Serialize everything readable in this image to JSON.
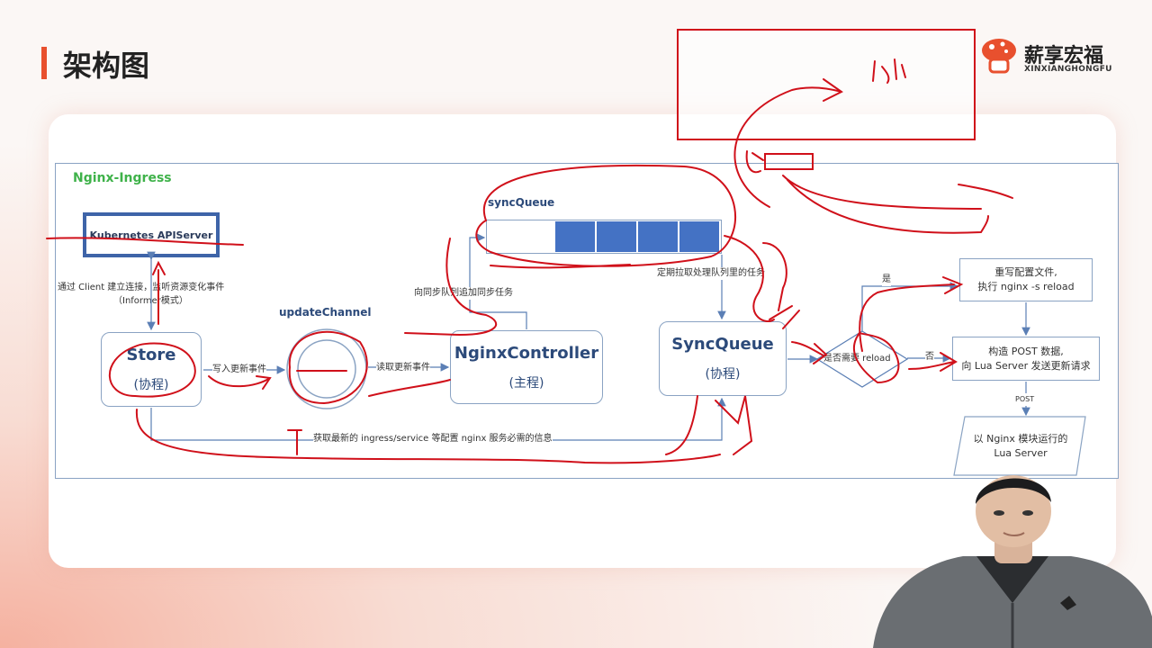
{
  "slide": {
    "title": "架构图"
  },
  "brand": {
    "name_cn": "薪享宏福",
    "name_en": "XINXIANGHONGFU",
    "accent": "#e8502e"
  },
  "diagram": {
    "frame_label": "Nginx-Ingress",
    "api_server": "Kubernetes APIServer",
    "store": {
      "title": "Store",
      "sub": "(协程)"
    },
    "update_channel": "updateChannel",
    "nginx_controller": {
      "title": "NginxController",
      "sub": "(主程)"
    },
    "sync_queue_label": "syncQueue",
    "sync_queue": {
      "title": "SyncQueue",
      "sub": "(协程)"
    },
    "labels": {
      "connect": "通过 Client 建立连接，监听资源变化事件",
      "informer": "（Informer模式）",
      "write_event": "写入更新事件",
      "read_event": "读取更新事件",
      "append_task": "向同步队列追加同步任务",
      "periodic": "定期拉取处理队列里的任务",
      "fetch_info": "获取最新的 ingress/service 等配置 nginx 服务必需的信息",
      "yes": "是",
      "no": "否",
      "post": "POST"
    },
    "decision": "是否需要 reload",
    "rewrite_box": {
      "line1": "重写配置文件,",
      "line2": "执行 nginx -s reload"
    },
    "post_box": {
      "line1": "构造 POST 数据,",
      "line2": "向 Lua Server 发送更新请求"
    },
    "lua_box": {
      "line1": "以 Nginx 模块运行的",
      "line2": "Lua Server"
    }
  },
  "colors": {
    "frame_label": "#3fb24a",
    "queue_fill": "#4472c4",
    "box_border": "#8aa3c3",
    "annotation": "#d0101a"
  }
}
